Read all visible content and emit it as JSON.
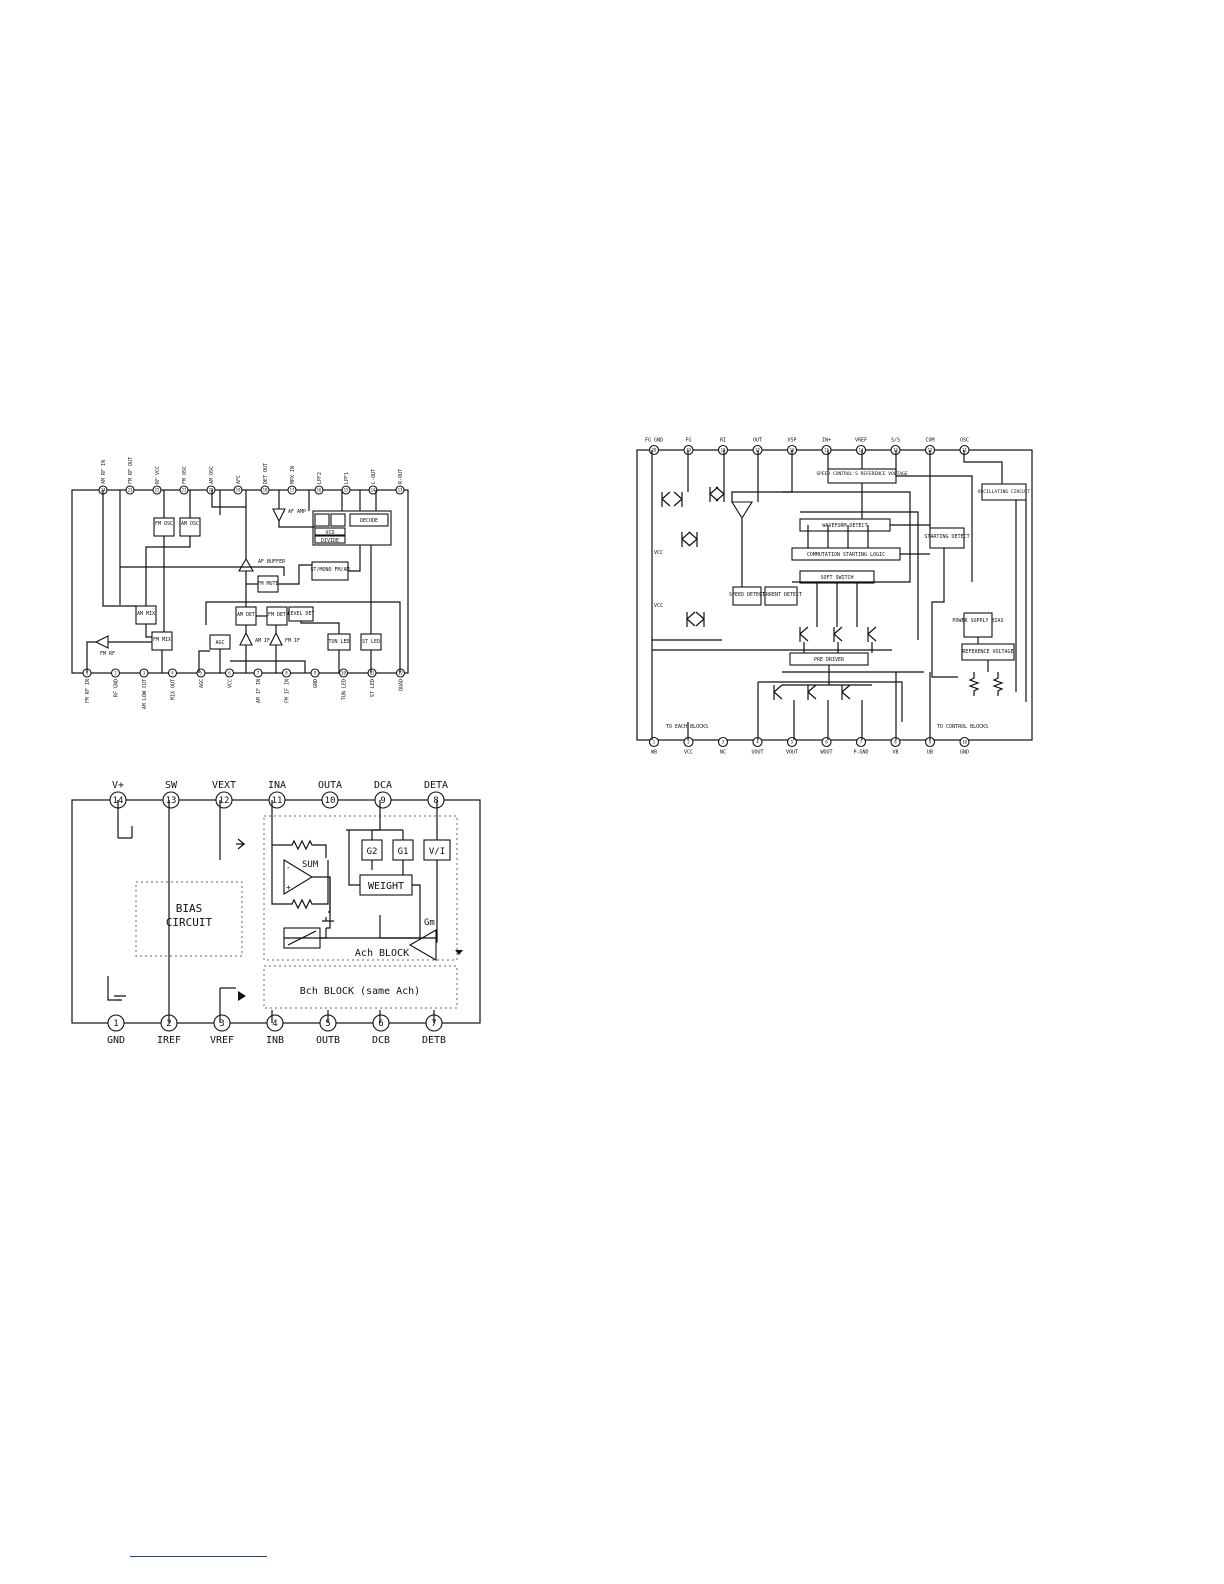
{
  "diagram1": {
    "top_pins": [
      {
        "name": "AM RF IN",
        "num": "24"
      },
      {
        "name": "FM RF OUT",
        "num": "23"
      },
      {
        "name": "RF VCC",
        "num": "22"
      },
      {
        "name": "FM OSC",
        "num": "21"
      },
      {
        "name": "AM OSC",
        "num": "20"
      },
      {
        "name": "AFC",
        "num": "19"
      },
      {
        "name": "DET OUT",
        "num": "18"
      },
      {
        "name": "MPX IN",
        "num": "17"
      },
      {
        "name": "LPF2",
        "num": "16"
      },
      {
        "name": "LPF1",
        "num": "15"
      },
      {
        "name": "L-OUT",
        "num": "14"
      },
      {
        "name": "R-OUT",
        "num": "13"
      }
    ],
    "bottom_pins": [
      {
        "name": "FM RF IN",
        "num": "1"
      },
      {
        "name": "RF GND",
        "num": "2"
      },
      {
        "name": "AM LOW CUT",
        "num": "3"
      },
      {
        "name": "MIX OUT",
        "num": "4"
      },
      {
        "name": "AGC",
        "num": "5"
      },
      {
        "name": "VCC",
        "num": "6"
      },
      {
        "name": "AM IF IN",
        "num": "7"
      },
      {
        "name": "FM IF IN",
        "num": "8"
      },
      {
        "name": "GND",
        "num": "9"
      },
      {
        "name": "TUN LED",
        "num": "10"
      },
      {
        "name": "ST LED",
        "num": "11"
      },
      {
        "name": "QUAD",
        "num": "12"
      }
    ],
    "blocks": {
      "fm_osc": "FM OSC",
      "am_osc": "AM OSC",
      "am_mix": "AM MIX",
      "fm_mix": "FM MIX",
      "agc": "AGC",
      "am_det": "AM DET",
      "fm_det": "FM DET",
      "fm_mute": "FM MUTE",
      "level_det": "LEVEL DET",
      "tun_led": "TUN LED",
      "st_led": "ST LED",
      "st_mono": "ST/MONO FM/AM",
      "vco": "VCO",
      "divide": "DIVIDE",
      "decode": "DECODE"
    },
    "labels": {
      "fm_rf": "FM RF",
      "af_buffer": "AF BUFFER",
      "af_amp": "AF AMP",
      "am_if": "AM IF",
      "fm_if": "FM IF"
    }
  },
  "diagram2": {
    "top_pins": [
      {
        "name": "V+",
        "num": "14"
      },
      {
        "name": "SW",
        "num": "13"
      },
      {
        "name": "VEXT",
        "num": "12"
      },
      {
        "name": "INA",
        "num": "11"
      },
      {
        "name": "OUTA",
        "num": "10"
      },
      {
        "name": "DCA",
        "num": "9"
      },
      {
        "name": "DETA",
        "num": "8"
      }
    ],
    "bottom_pins": [
      {
        "name": "GND",
        "num": "1"
      },
      {
        "name": "IREF",
        "num": "2"
      },
      {
        "name": "VREF",
        "num": "3"
      },
      {
        "name": "INB",
        "num": "4"
      },
      {
        "name": "OUTB",
        "num": "5"
      },
      {
        "name": "DCB",
        "num": "6"
      },
      {
        "name": "DETB",
        "num": "7"
      }
    ],
    "blocks": {
      "bias": "BIAS CIRCUIT",
      "sum": "SUM",
      "g2": "G2",
      "g1": "G1",
      "vi": "V/I",
      "weight": "WEIGHT",
      "gm": "Gm",
      "ach": "Ach BLOCK",
      "bch": "Bch BLOCK (same Ach)"
    }
  },
  "diagram3": {
    "top_pins": [
      {
        "name": "FG GND",
        "num": "20"
      },
      {
        "name": "FG",
        "num": "19"
      },
      {
        "name": "RI",
        "num": "18"
      },
      {
        "name": "OUT",
        "num": "17"
      },
      {
        "name": "VSP",
        "num": "16"
      },
      {
        "name": "IN+",
        "num": "15"
      },
      {
        "name": "VREF",
        "num": "14"
      },
      {
        "name": "S/S",
        "num": "13"
      },
      {
        "name": "COM",
        "num": "12"
      },
      {
        "name": "OSC",
        "num": "11"
      }
    ],
    "bottom_pins": [
      {
        "name": "WB",
        "num": "1"
      },
      {
        "name": "VCC",
        "num": "2"
      },
      {
        "name": "NC",
        "num": "3"
      },
      {
        "name": "UOUT",
        "num": "4"
      },
      {
        "name": "VOUT",
        "num": "5"
      },
      {
        "name": "WOUT",
        "num": "6"
      },
      {
        "name": "P-GND",
        "num": "7"
      },
      {
        "name": "VB",
        "num": "8"
      },
      {
        "name": "UB",
        "num": "9"
      },
      {
        "name": "GND",
        "num": "10"
      }
    ],
    "blocks": {
      "speed_ref": "SPEED CONTROL'S REFERENCE VOLTAGE",
      "osc": "OSCILLATING CIRCUIT",
      "waveform": "WAVEFORM DETECT",
      "commutation": "COMMUTATION STARTING LOGIC",
      "soft_switch": "SOFT SWITCH",
      "starting": "STARTING DETECT",
      "speed_detect": "SPEED DETECT",
      "current_detect": "CURRENT DETECT",
      "power_bias": "POWER SUPPLY BIAS",
      "ref_voltage": "REFERENCE VOLTAGE",
      "pre_driver": "PRE DRIVER"
    },
    "labels": {
      "vcc1": "VCC",
      "vcc2": "VCC",
      "to_each": "TO EACH BLOCKS",
      "to_control": "TO CONTROL BLOCKS"
    }
  }
}
